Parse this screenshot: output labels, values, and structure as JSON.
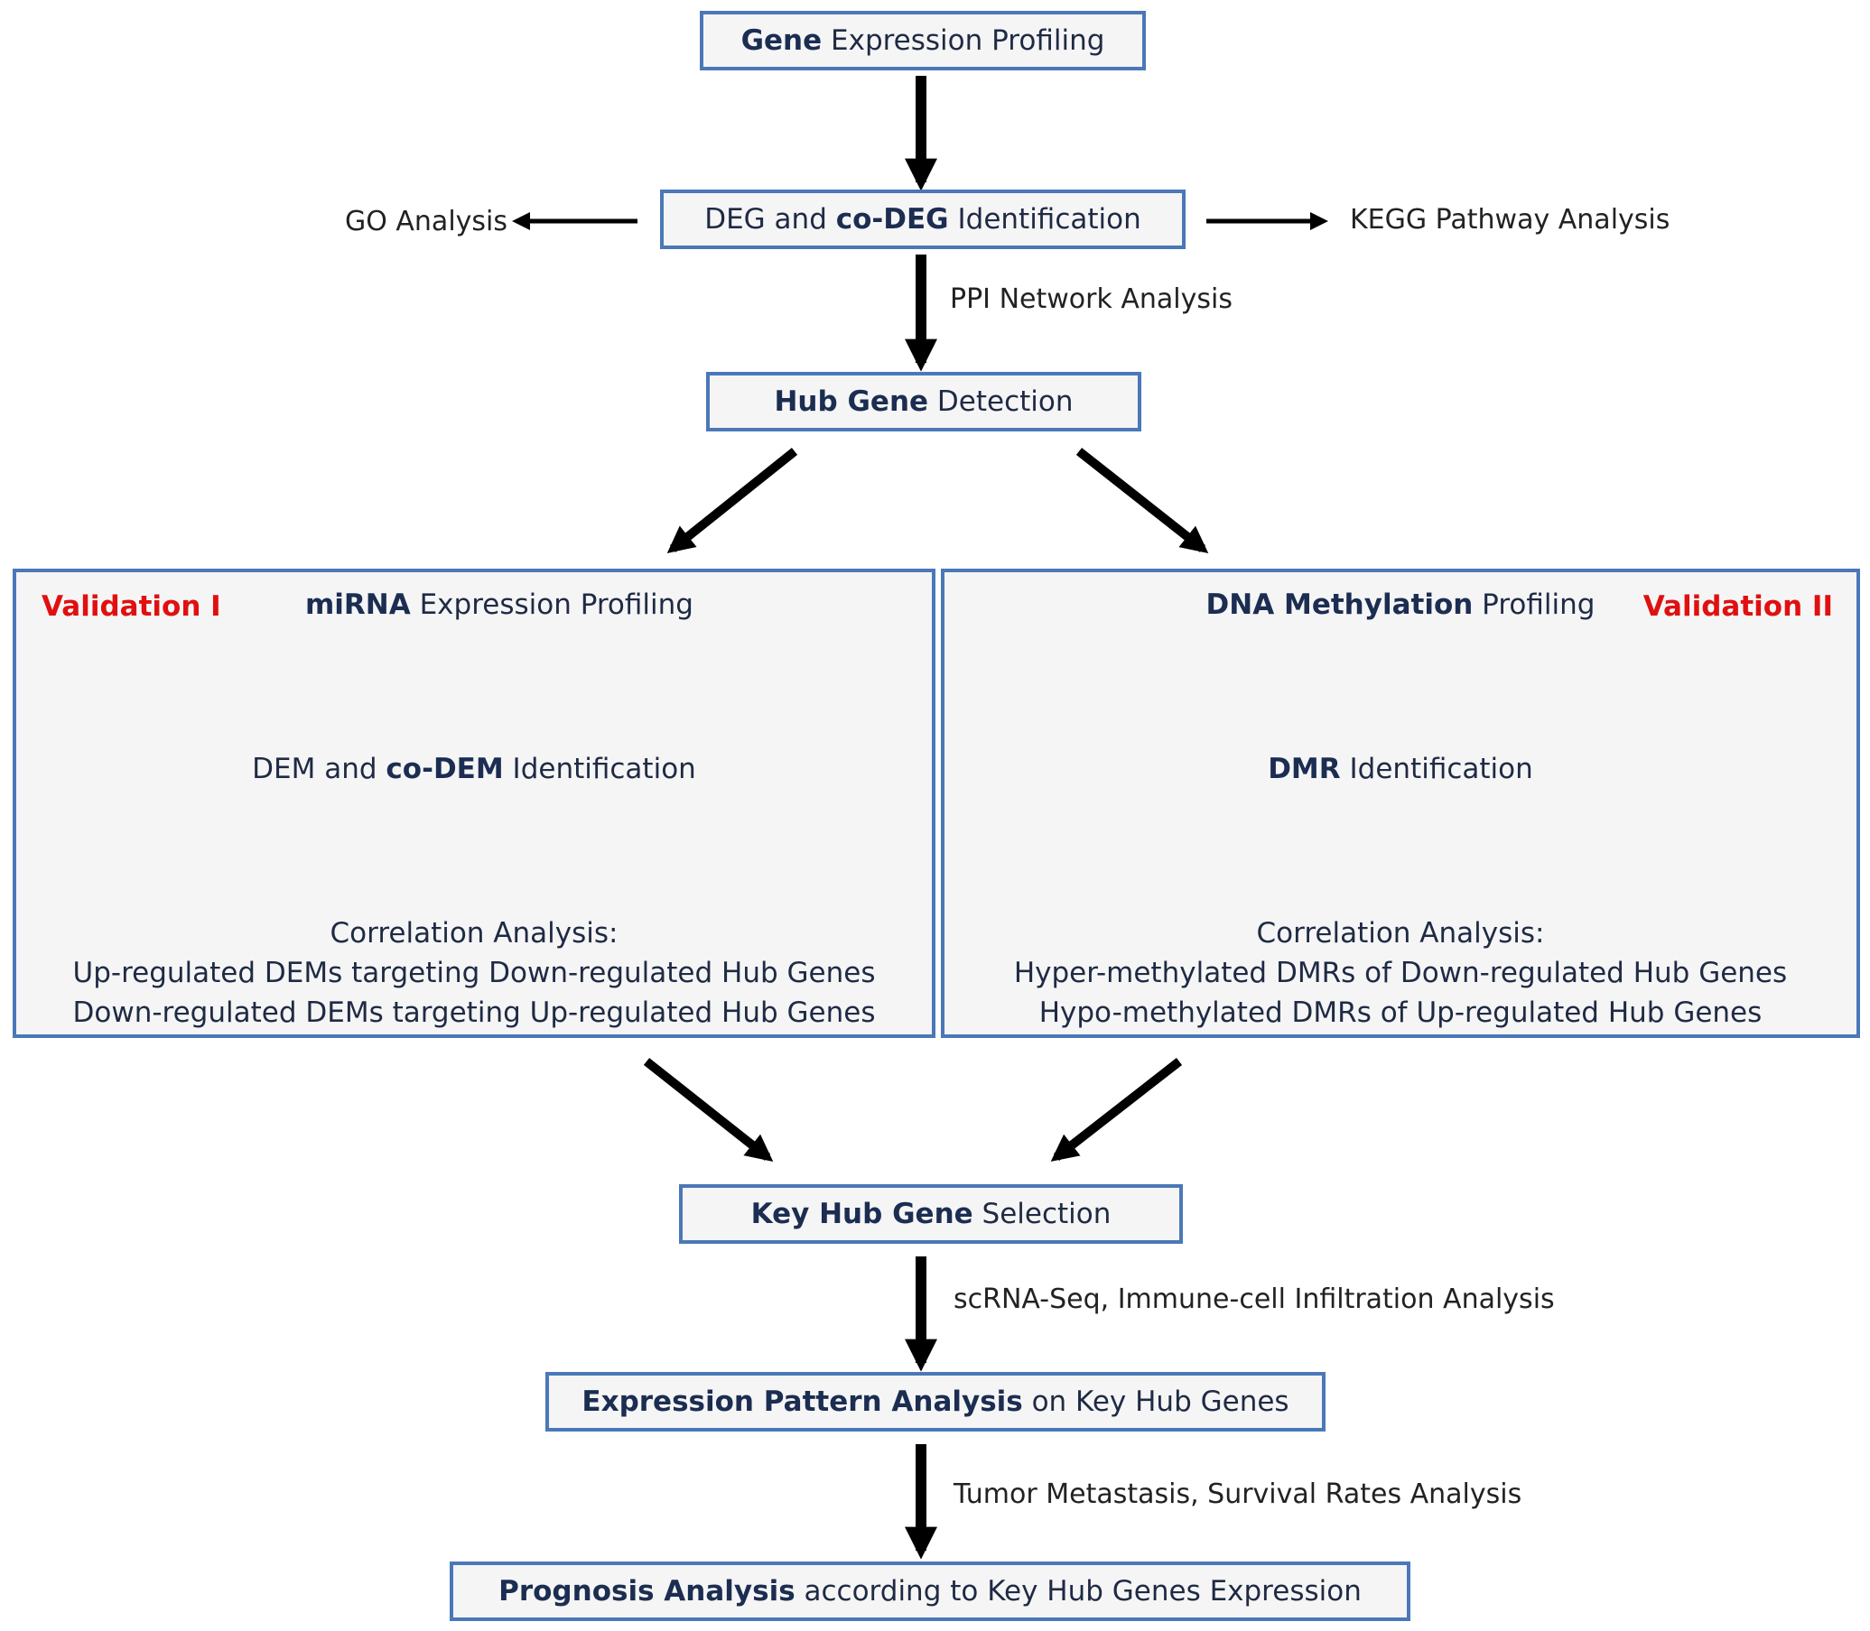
{
  "nodes": {
    "gene_expression": {
      "bold": "Gene",
      "rest": " Expression Profiling"
    },
    "deg_identification": {
      "pre": "DEG and ",
      "bold": "co-DEG",
      "rest": " Identification"
    },
    "hub_gene_detection": {
      "bold": "Hub Gene",
      "rest": " Detection"
    },
    "key_hub_gene_selection": {
      "bold": "Key Hub Gene",
      "rest": " Selection"
    },
    "expression_pattern": {
      "bold": "Expression Pattern Analysis",
      "rest": " on Key Hub Genes"
    },
    "prognosis": {
      "bold": "Prognosis Analysis",
      "rest": " according to Key Hub Genes Expression"
    }
  },
  "side_labels": {
    "go_analysis": "GO Analysis",
    "kegg_analysis": "KEGG Pathway Analysis",
    "ppi_network": "PPI Network Analysis",
    "scrna_seq": "scRNA-Seq, Immune-cell Infiltration Analysis",
    "tumor_metastasis": "Tumor Metastasis, Survival Rates Analysis"
  },
  "validation_1": {
    "label": "Validation I",
    "step1": {
      "bold": "miRNA",
      "rest": " Expression Profiling"
    },
    "step2": {
      "pre": "DEM and ",
      "bold": "co-DEM",
      "rest": " Identification"
    },
    "step3_title": "Correlation Analysis:",
    "step3_line1": "Up-regulated DEMs targeting Down-regulated Hub Genes",
    "step3_line2": "Down-regulated DEMs targeting Up-regulated Hub Genes"
  },
  "validation_2": {
    "label": "Validation II",
    "step1": {
      "bold": "DNA Methylation",
      "rest": " Profiling"
    },
    "step2": {
      "bold": "DMR",
      "rest": " Identification"
    },
    "step3_title": "Correlation Analysis:",
    "step3_line1": "Hyper-methylated DMRs of Down-regulated Hub Genes",
    "step3_line2": "Hypo-methylated DMRs of Up-regulated Hub Genes"
  },
  "colors": {
    "box_border": "#4a78b8",
    "box_fill": "#f5f5f5",
    "emphasis_text": "#1c2d52",
    "validation_label": "#e01010",
    "arrow": "#000000"
  }
}
